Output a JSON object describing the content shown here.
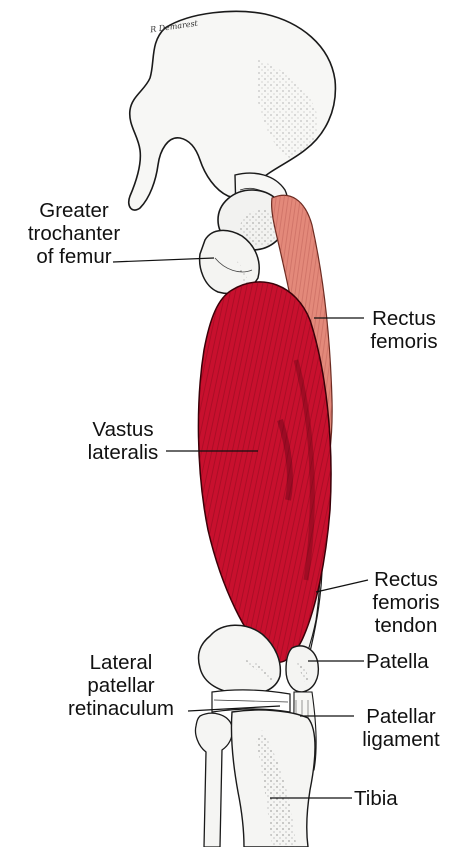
{
  "colors": {
    "background": "#ffffff",
    "bone": "#f7f7f5",
    "bone_outline": "#1a1a1a",
    "vastus_lateralis": "#c8102e",
    "vastus_lateralis_dark": "#8a0a1e",
    "rectus_femoris": "#e3897a",
    "leader_line": "#111111"
  },
  "signature": "R Demarest",
  "labels": {
    "greater_trochanter": [
      "Greater",
      "trochanter",
      "of femur"
    ],
    "rectus_femoris": [
      "Rectus",
      "femoris"
    ],
    "vastus_lateralis": [
      "Vastus",
      "lateralis"
    ],
    "rectus_femoris_tendon": [
      "Rectus",
      "femoris",
      "tendon"
    ],
    "patella": [
      "Patella"
    ],
    "lateral_patellar_retinaculum": [
      "Lateral",
      "patellar",
      "retinaculum"
    ],
    "patellar_ligament": [
      "Patellar",
      "ligament"
    ],
    "tibia": [
      "Tibia"
    ]
  }
}
